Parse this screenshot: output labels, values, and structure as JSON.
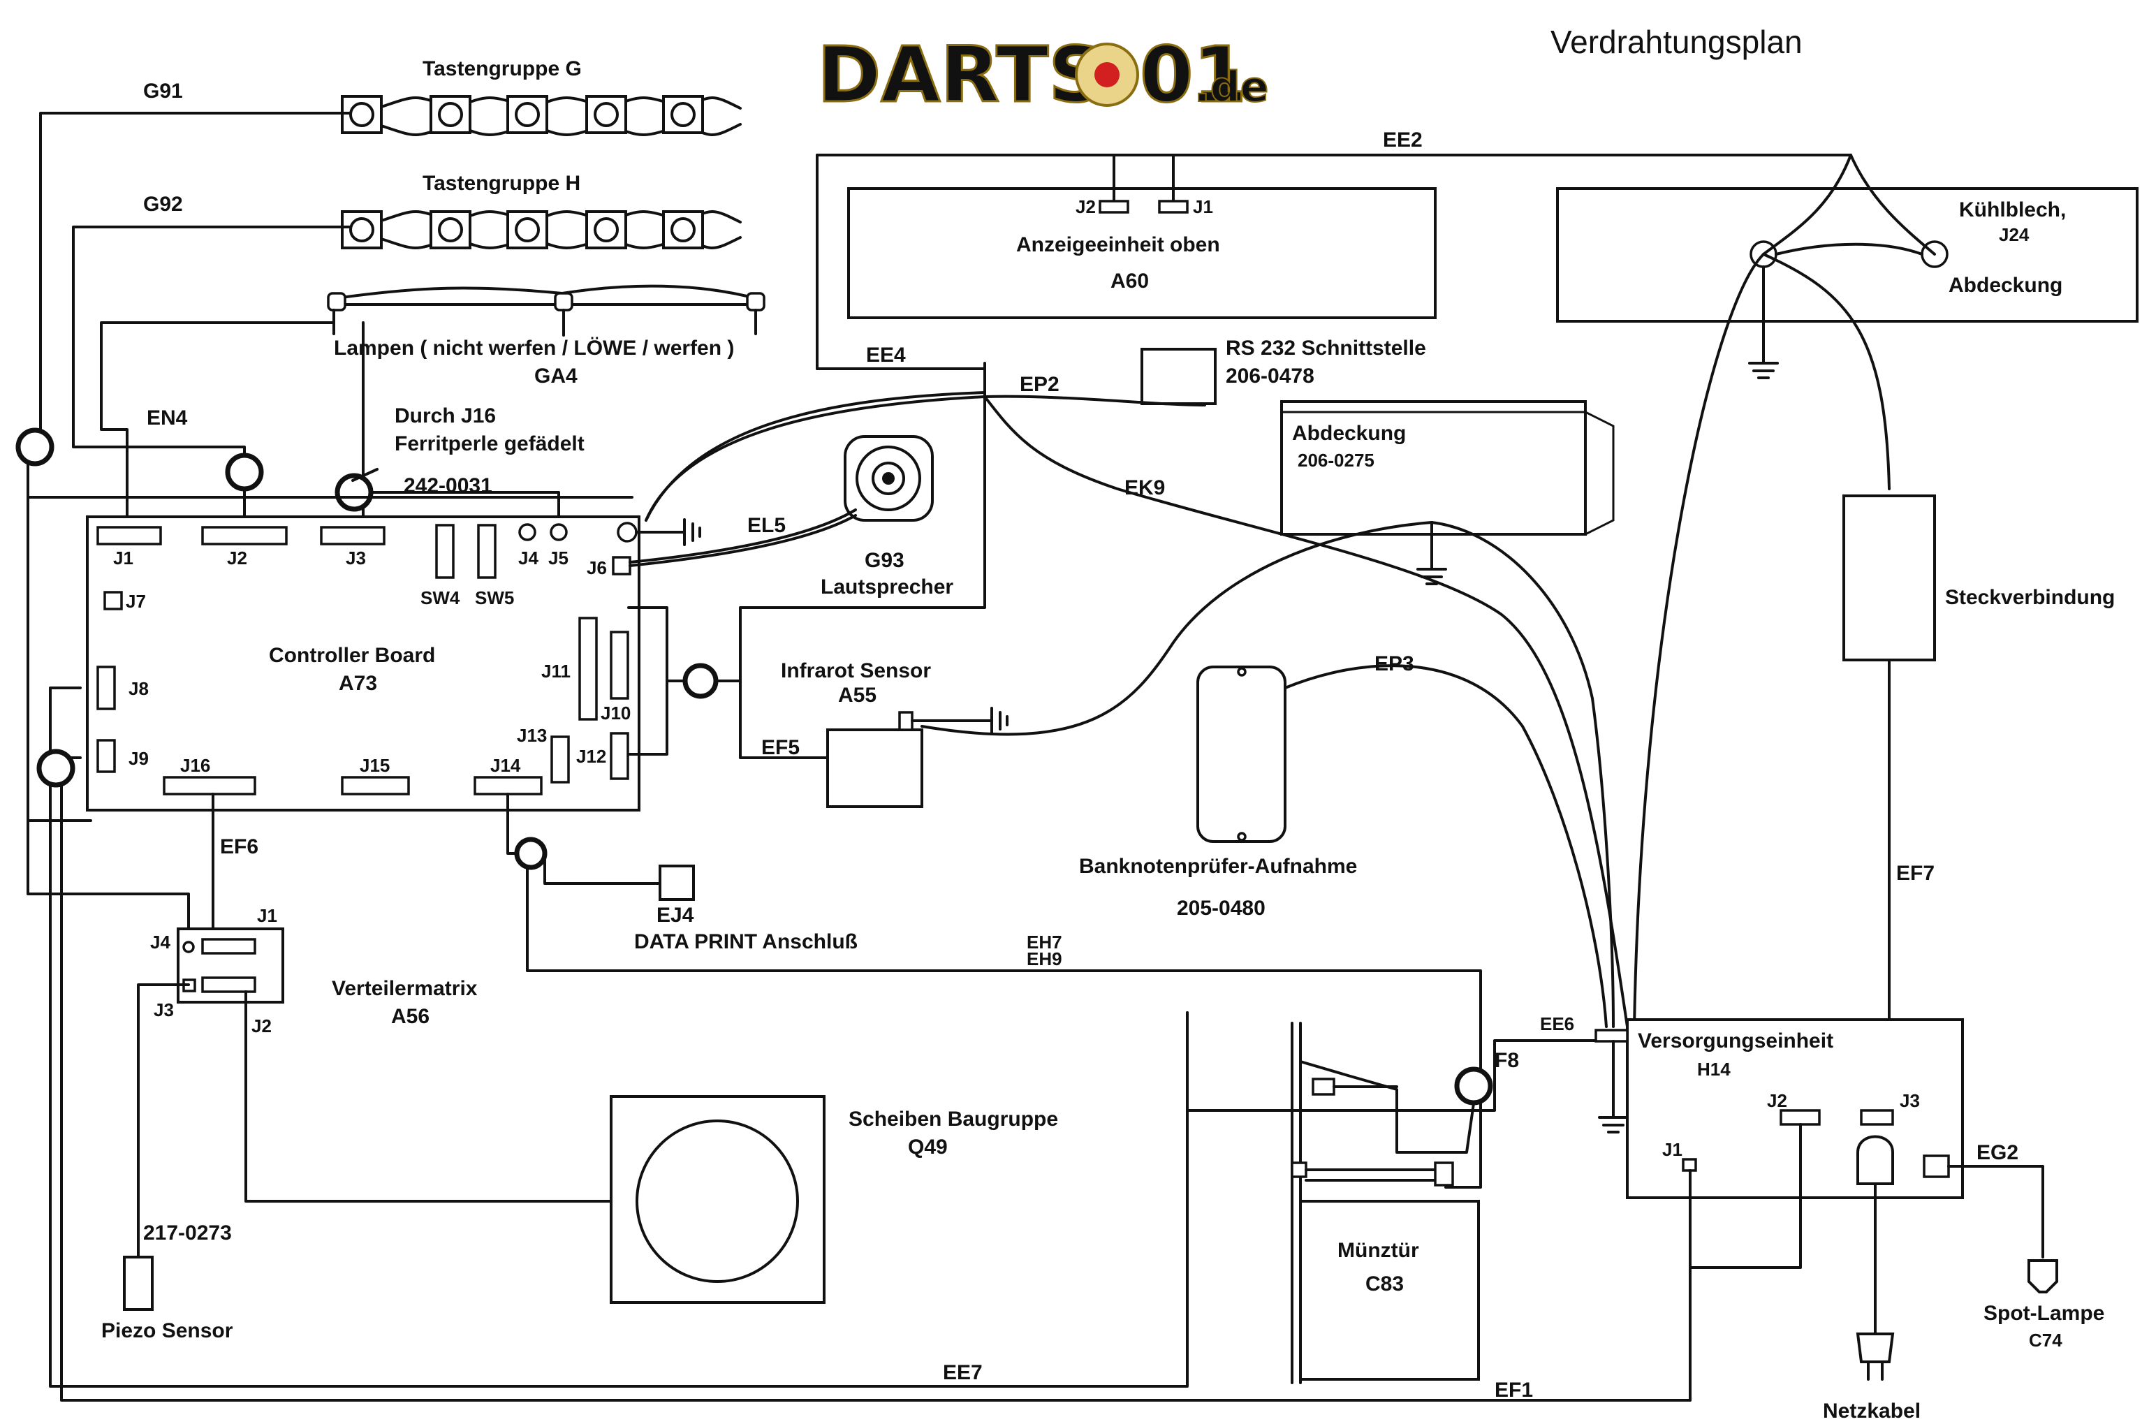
{
  "title": "Verdrahtungsplan",
  "logo": {
    "main": "DARTS",
    "mid": "01",
    "suffix": ".de"
  },
  "labels": {
    "tastengruppe_g": "Tastengruppe G",
    "tastengruppe_h": "Tastengruppe H",
    "g91": "G91",
    "g92": "G92",
    "lampen": "Lampen ( nicht werfen / LÖWE / werfen )",
    "ga4": "GA4",
    "en4": "EN4",
    "durch_j16": "Durch J16",
    "ferritperle": "Ferritperle gefädelt",
    "p242": "242-0031",
    "anzeige": "Anzeigeeinheit oben",
    "a60": "A60",
    "ee2": "EE2",
    "ee4": "EE4",
    "ep2": "EP2",
    "rs232": "RS 232 Schnittstelle",
    "p206_0478": "206-0478",
    "kuehlblech": "Kühlblech,",
    "j24": "J24",
    "abdeckung_kb": "Abdeckung",
    "abdeckung": "Abdeckung",
    "p206_0275": "206-0275",
    "ek9": "EK9",
    "el5": "EL5",
    "g93": "G93",
    "lautsprecher": "Lautsprecher",
    "controller": "Controller Board",
    "a73": "A73",
    "steckverbindung": "Steckverbindung",
    "infrarot": "Infrarot Sensor",
    "a55": "A55",
    "ef5": "EF5",
    "ep3": "EP3",
    "banknoten": "Banknotenprüfer-Aufnahme",
    "p205_0480": "205-0480",
    "ef6": "EF6",
    "ej4": "EJ4",
    "dataprint": "DATA PRINT  Anschluß",
    "eh7": "EH7",
    "eh9": "EH9",
    "ef7": "EF7",
    "verteiler": "Verteilermatrix",
    "a56": "A56",
    "ee6": "EE6",
    "f8": "F8",
    "versorgung": "Versorgungseinheit",
    "h14": "H14",
    "scheiben": "Scheiben Baugruppe",
    "q49": "Q49",
    "p217": "217-0273",
    "piezo": "Piezo Sensor",
    "muenztuer": "Münztür",
    "c83": "C83",
    "eg2": "EG2",
    "spotlampe": "Spot-Lampe",
    "c74": "C74",
    "ee7": "EE7",
    "ef1": "EF1",
    "netzkabel": "Netzkabel"
  },
  "connectors": {
    "j1": "J1",
    "j2": "J2",
    "j3": "J3",
    "j4": "J4",
    "j5": "J5",
    "j6": "J6",
    "j7": "J7",
    "j8": "J8",
    "j9": "J9",
    "j10": "J10",
    "j11": "J11",
    "j12": "J12",
    "j13": "J13",
    "j14": "J14",
    "j15": "J15",
    "j16": "J16",
    "sw4": "SW4",
    "sw5": "SW5"
  },
  "icons": [
    "button-icon",
    "ground-icon",
    "speaker-icon",
    "plug-icon",
    "lamp-icon",
    "ferrite-bead-icon"
  ],
  "colors": {
    "line": "#111111",
    "background": "#ffffff",
    "logo_gold": "#c9a227",
    "logo_red": "#d21f1f"
  }
}
